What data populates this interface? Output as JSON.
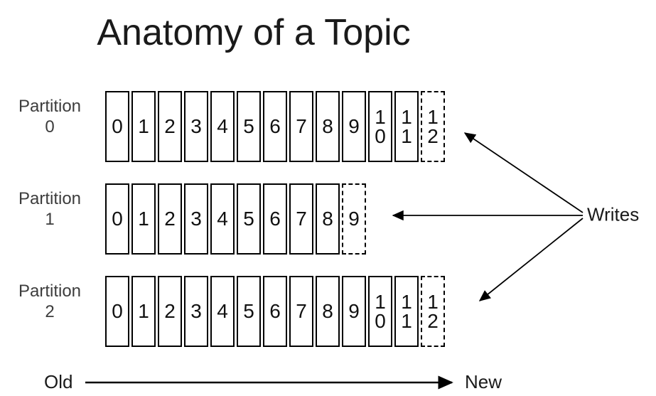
{
  "title": "Anatomy of a Topic",
  "writes": {
    "label": "Writes"
  },
  "axis": {
    "old_label": "Old",
    "new_label": "New"
  },
  "colors": {
    "background": "#ffffff",
    "ink": "#000000",
    "label_gray": "#3d3d3d"
  },
  "partitions": [
    {
      "label": "Partition",
      "number": "0",
      "cells": [
        "0",
        "1",
        "2",
        "3",
        "4",
        "5",
        "6",
        "7",
        "8",
        "9",
        "10",
        "11"
      ],
      "pending_cell": "12"
    },
    {
      "label": "Partition",
      "number": "1",
      "cells": [
        "0",
        "1",
        "2",
        "3",
        "4",
        "5",
        "6",
        "7",
        "8"
      ],
      "pending_cell": "9"
    },
    {
      "label": "Partition",
      "number": "2",
      "cells": [
        "0",
        "1",
        "2",
        "3",
        "4",
        "5",
        "6",
        "7",
        "8",
        "9",
        "10",
        "11"
      ],
      "pending_cell": "12"
    }
  ]
}
